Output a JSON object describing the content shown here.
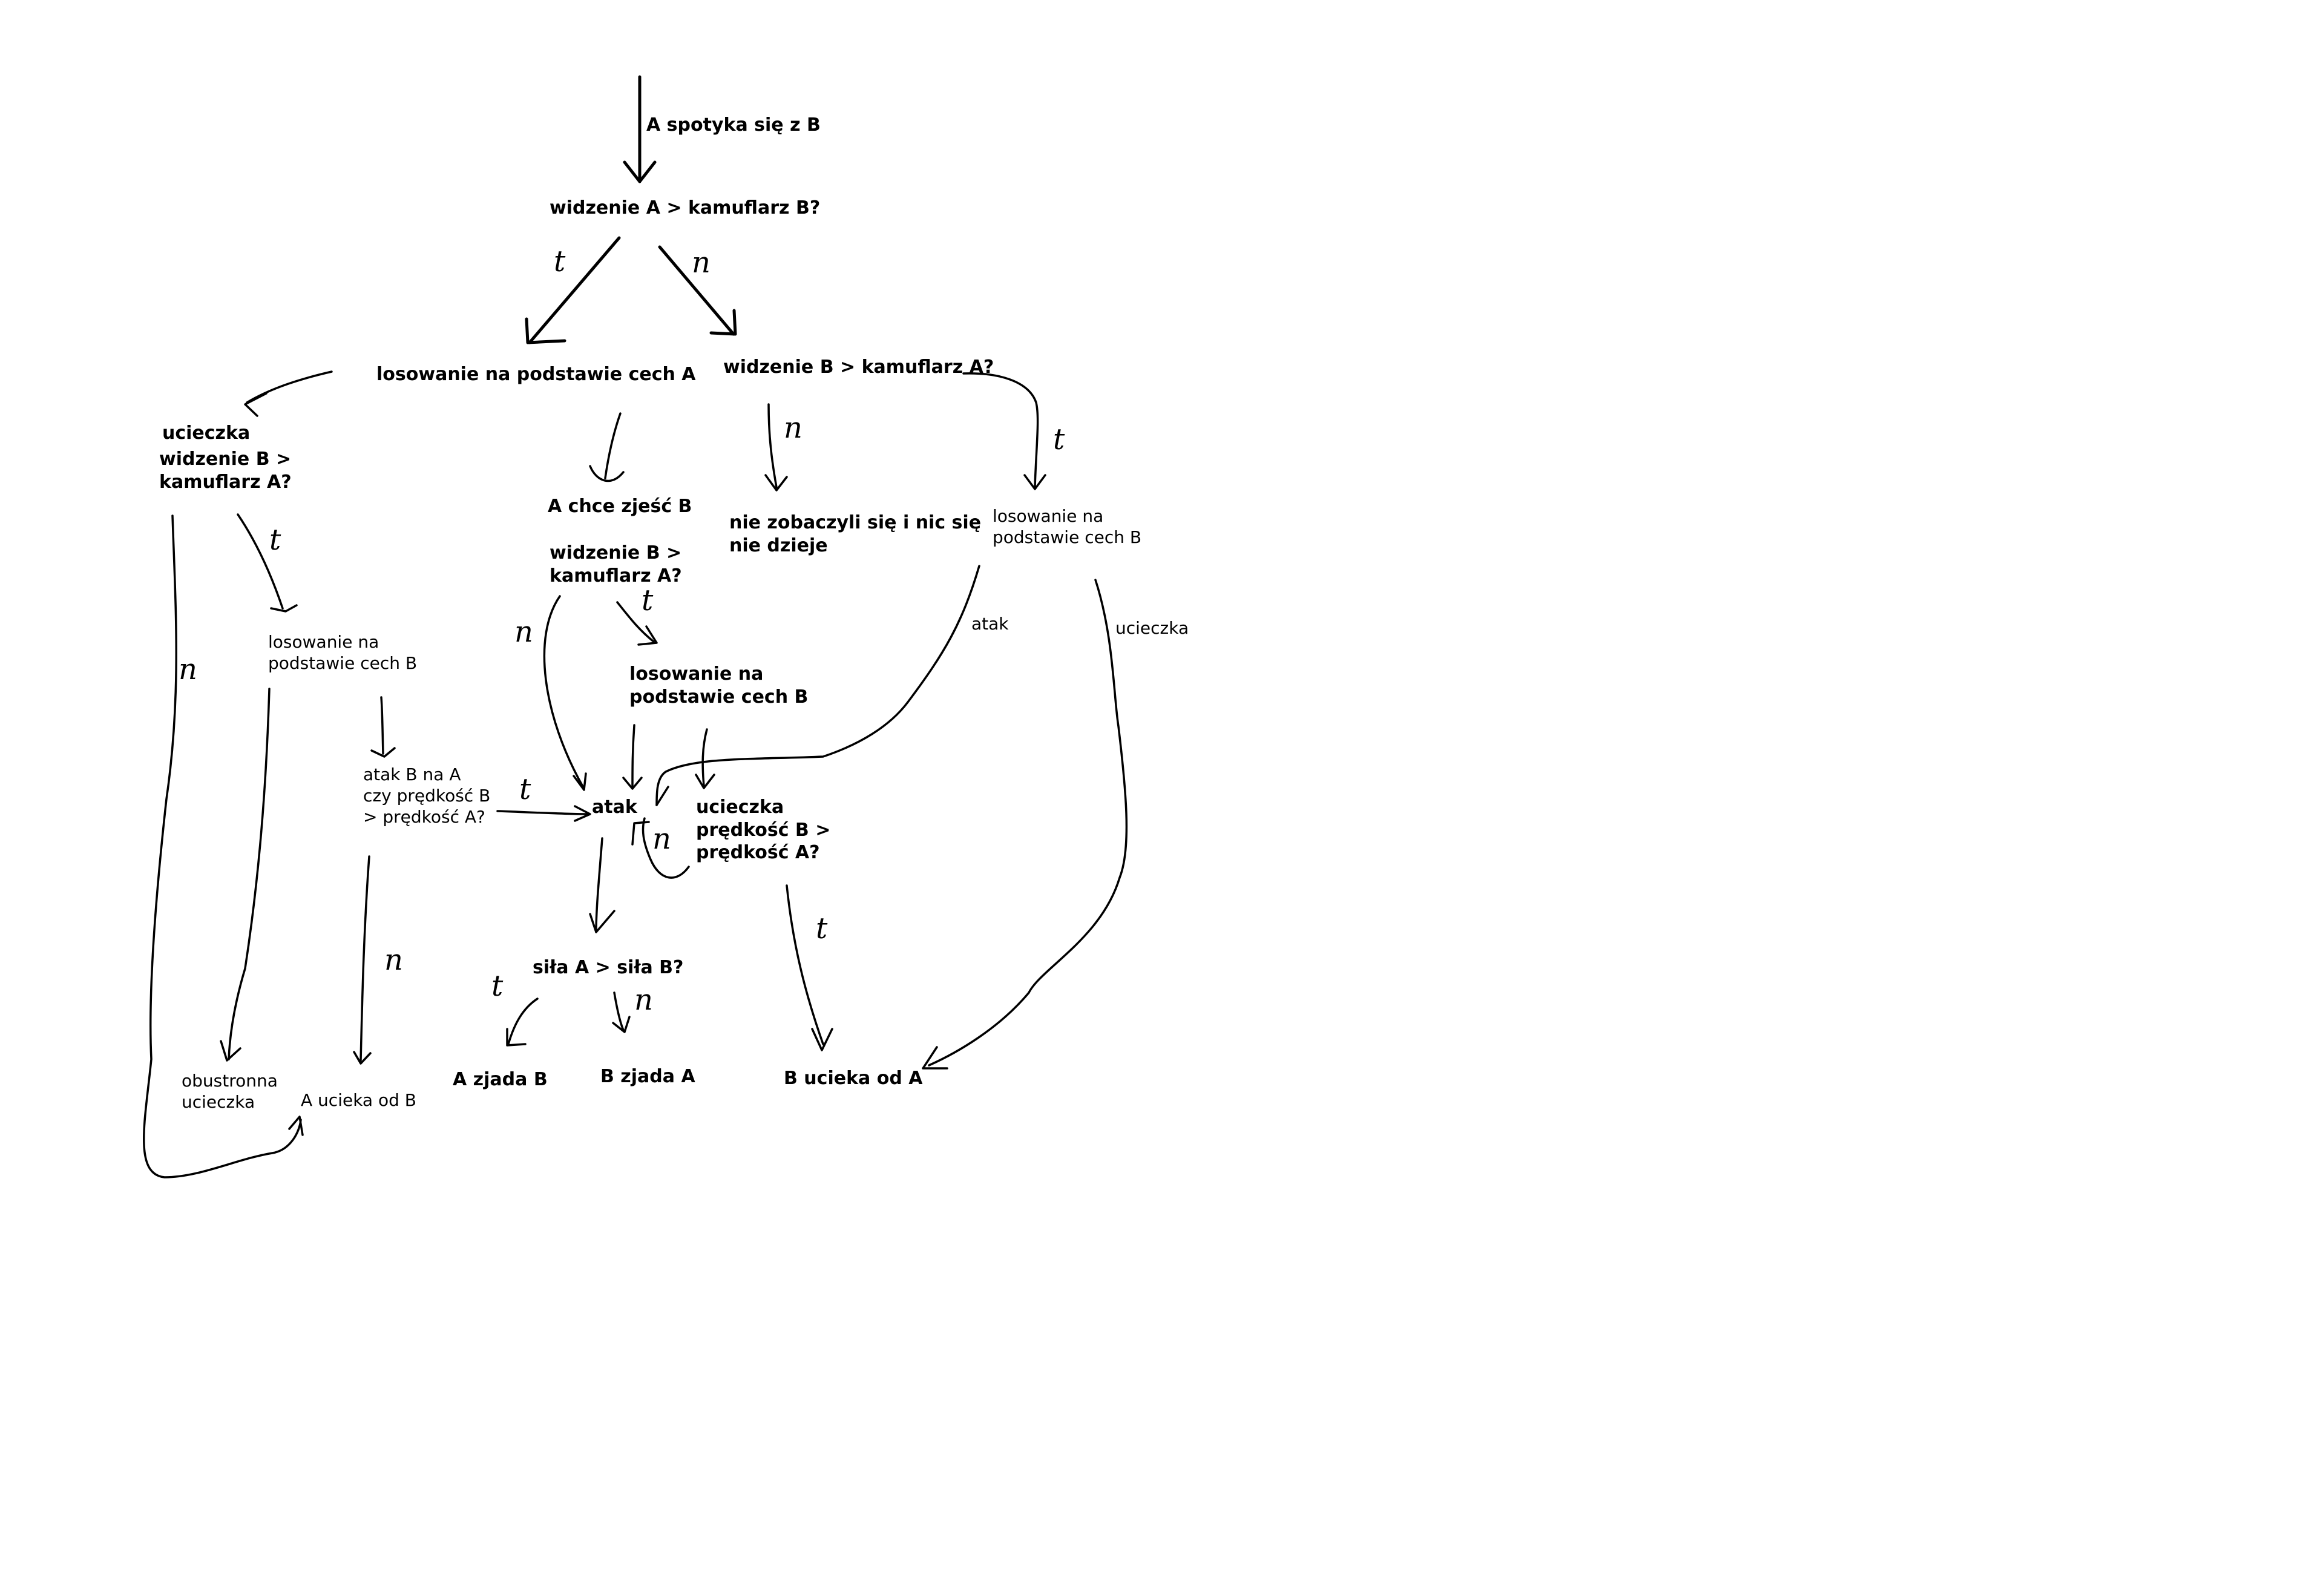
{
  "nodes": {
    "start_edge_label": "A spotyka się z B",
    "q_see_a": "widzenie A > kamuflarz B?",
    "draw_a": "losowanie na podstawie cech A",
    "q_see_b_right": "widzenie B > kamuflarz A?",
    "left_flee": "ucieczka",
    "left_q": "widzenie B >\nkamuflarz A?",
    "a_wants_eat": "A chce zjeść B",
    "mid_q": "widzenie B >\nkamuflarz A?",
    "nothing": "nie zobaczyli się i nic się\nnie dzieje",
    "draw_b_right": "losowanie na\npodstawie cech B",
    "attack_right_lbl": "atak",
    "flee_right_lbl": "ucieczka",
    "draw_b_left": "losowanie na\npodstawie cech B",
    "draw_b_mid": "losowanie na\npodstawie cech B",
    "attack_q": "atak B na A\nczy prędkość B\n> prędkość A?",
    "attack": "atak",
    "flee_speed": "ucieczka\nprędkość B >\nprędkość A?",
    "strength_q": "siła A > siła B?",
    "a_eats_b": "A zjada B",
    "b_eats_a": "B zjada A",
    "b_flees": "B ucieka od A",
    "mutual": "obustronna\nucieczka",
    "a_flees": "A ucieka od B"
  },
  "hand_labels": {
    "t_top_left": "t",
    "n_top_right": "n",
    "n_right_mid": "n",
    "t_far_right": "t",
    "t_left": "t",
    "n_left": "n",
    "n_mid": "n",
    "t_mid": "t",
    "t_attack": "t",
    "n_attack_loop": "n",
    "n_lower_left": "n",
    "t_flee": "t",
    "t_strength": "t",
    "n_strength": "n"
  }
}
